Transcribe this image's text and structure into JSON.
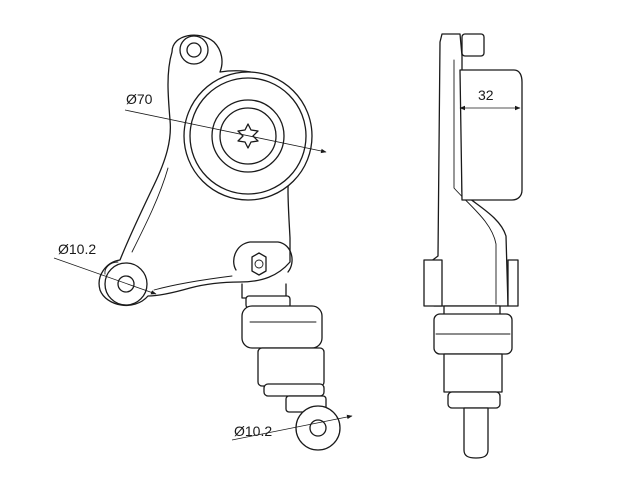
{
  "dimensions": {
    "pulley_diameter": "Ø70",
    "upper_bore_diameter": "Ø10.2",
    "lower_bore_diameter": "Ø10.2",
    "side_width": "32"
  }
}
